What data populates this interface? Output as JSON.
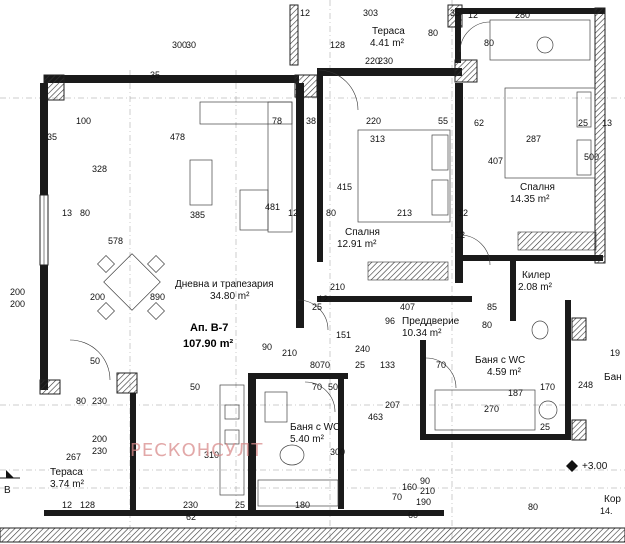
{
  "apartment": {
    "id": "Ап. В-7",
    "total_area": "107.90 m²"
  },
  "rooms": [
    {
      "key": "terrace_top",
      "name": "Тераса",
      "area": "4.41 m²"
    },
    {
      "key": "bedroom_right",
      "name": "Спалня",
      "area": "14.35 m²"
    },
    {
      "key": "bedroom_mid",
      "name": "Спалня",
      "area": "12.91 m²"
    },
    {
      "key": "living",
      "name": "Дневна и трапезария",
      "area": "34.80 m²"
    },
    {
      "key": "closet",
      "name": "Килер",
      "area": "2.08 m²"
    },
    {
      "key": "hall",
      "name": "Преддверие",
      "area": "10.34 m²"
    },
    {
      "key": "bath_right",
      "name": "Баня с WC",
      "area": "4.59 m²"
    },
    {
      "key": "bath_left",
      "name": "Баня с WC",
      "area": "5.40 m²"
    },
    {
      "key": "terrace_bottom",
      "name": "Тераса",
      "area": "3.74 m²"
    }
  ],
  "dims": {
    "d12a": "12",
    "d303": "303",
    "d35a": "35",
    "d12b": "12",
    "d280": "280",
    "d300a": "300",
    "d30": "30",
    "d128": "128",
    "d220a": "220",
    "d230a": "230",
    "d80a": "80",
    "d80b": "80",
    "d35b": "35",
    "d220b": "220",
    "d35c": "35",
    "d100": "100",
    "d478": "478",
    "d78": "78",
    "d38": "38",
    "d313": "313",
    "d55": "55",
    "d62": "62",
    "d287": "287",
    "d25a": "25",
    "d13a": "13",
    "d328": "328",
    "d415": "415",
    "d407a": "407",
    "d500": "500",
    "d13b": "13",
    "d80c": "80",
    "d385": "385",
    "d481": "481",
    "d12c": "12",
    "d80d": "80",
    "d213": "213",
    "d12d": "12",
    "d578": "578",
    "d12e": "12",
    "d200a": "200",
    "d200b": "200",
    "d200c": "200",
    "d890": "890",
    "d210a": "210",
    "d12f": "12",
    "d25b": "25",
    "d407b": "407",
    "d85": "85",
    "d80e": "80",
    "d90": "90",
    "d210b": "210",
    "d151": "151",
    "d96": "96",
    "d80f": "80",
    "d70a": "70",
    "d240": "240",
    "d25c": "25",
    "d133": "133",
    "d70b": "70",
    "d50a": "50",
    "d80g": "80",
    "d230b": "230",
    "d50b": "50",
    "d70c": "70",
    "d50c": "50",
    "d207": "207",
    "d463": "463",
    "d270": "270",
    "d187": "187",
    "d170": "170",
    "d248": "248",
    "d25d": "25",
    "d267": "267",
    "d200d": "200",
    "d230c": "230",
    "d310": "310",
    "d300b": "300",
    "d12g": "12",
    "d128b": "128",
    "d230d": "230",
    "d25e": "25",
    "d180": "180",
    "d160": "160",
    "d70d": "70",
    "d62b": "62",
    "d60": "60",
    "d90b": "90",
    "d210c": "210",
    "d190": "190",
    "d80h": "80",
    "d14": "14."
  },
  "level_mark": "+3.00",
  "section_label": "B",
  "partial_labels": {
    "bath_far": "Бан",
    "corridor": "Кор",
    "n19": "19"
  },
  "watermark": "РЕСКОНСУЛТ"
}
